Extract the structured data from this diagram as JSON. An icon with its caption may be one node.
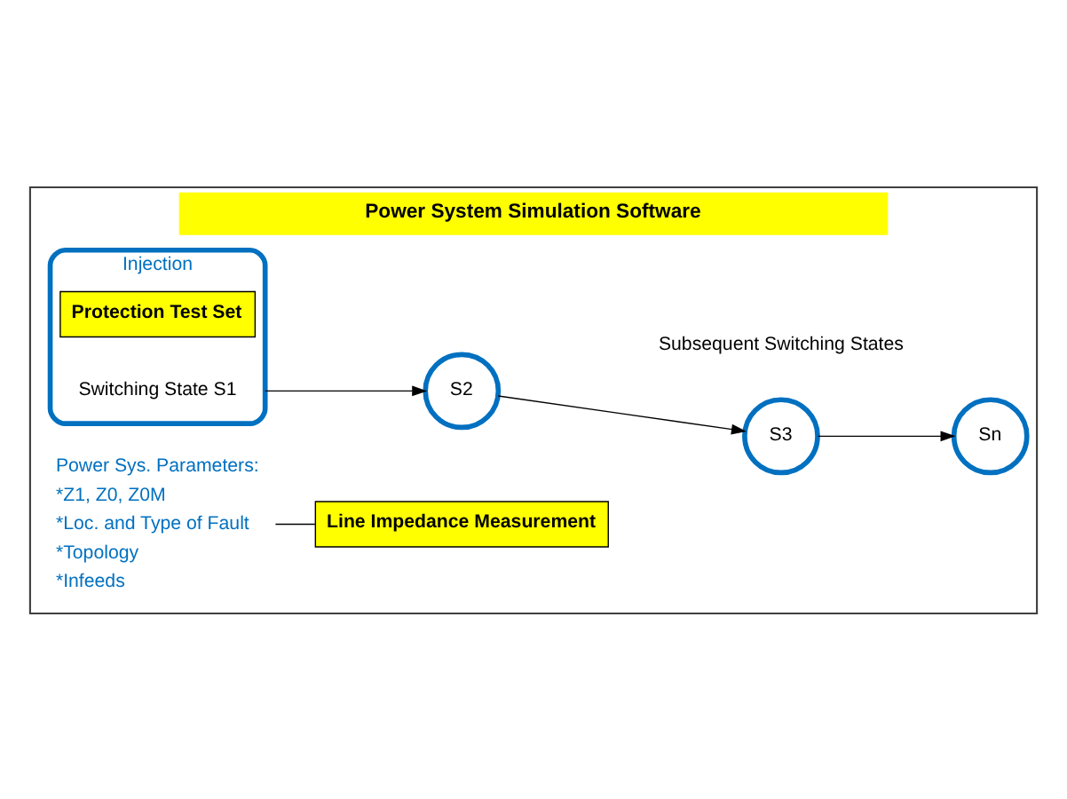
{
  "diagram": {
    "nodes": [
      {
        "text": [
          "Power System Simulation Software"
        ]
      },
      {
        "text": [
          "Power Sys. Parameters:",
          "*Z1, Z0, Z0M",
          "*Loc. and Type of Fault",
          "*Topology",
          "*Infeeds"
        ],
        "in": 0
      },
      {
        "text": [
          "Line Impedance Measurement"
        ],
        "in": 0
      },
      {
        "text": [
          "Injection",
          "Switching State S1"
        ],
        "in": 0
      },
      {
        "text": [
          "Protection Test Set"
        ],
        "in": 3
      },
      {
        "text": [
          "S2"
        ],
        "in": 0
      },
      {
        "text": [
          "S3"
        ],
        "in": 0
      },
      {
        "text": [
          "Sn"
        ],
        "in": 0
      }
    ],
    "edges": [
      {
        "from": 1,
        "to": 2,
        "arrow": "none"
      },
      {
        "from": 3,
        "to": 5,
        "arrow": "to"
      },
      {
        "from": 5,
        "to": 6,
        "arrow": "to"
      },
      {
        "from": 6,
        "to": 7,
        "arrow": "to"
      }
    ],
    "labels": [
      "Subsequent Switching States"
    ]
  }
}
